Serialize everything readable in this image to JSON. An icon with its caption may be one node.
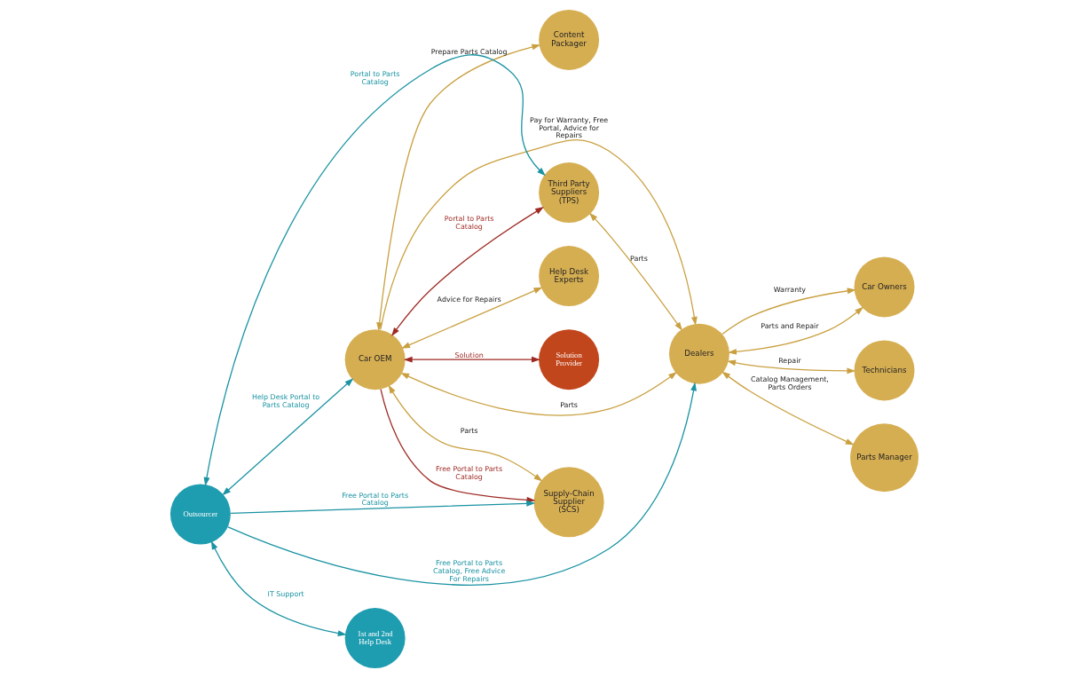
{
  "diagram": {
    "nodes": [
      {
        "text": [
          "Content Packager"
        ]
      },
      {
        "text": [
          "Supply-Chain Supplier (SCS)"
        ]
      },
      {
        "text": [
          "Car OEM"
        ]
      },
      {
        "text": [
          "Dealers"
        ]
      },
      {
        "text": [
          "Car Owners"
        ]
      },
      {
        "text": [
          "Help Desk Experts"
        ]
      },
      {
        "text": [
          "Solution Provider"
        ]
      },
      {
        "text": [
          "Third Party Suppliers (TPS)"
        ]
      },
      {
        "text": [
          "Technicians"
        ]
      },
      {
        "text": [
          "Parts Manager"
        ]
      },
      {
        "text": [
          "Outsourcer"
        ]
      },
      {
        "text": [
          "1st and 2nd Help Desk"
        ]
      }
    ],
    "edges": [
      {
        "from": 2,
        "to": 0,
        "arrow": "both",
        "label": "Prepare Parts Catalog"
      },
      {
        "from": 2,
        "to": 1,
        "arrow": "both",
        "label": "Parts"
      },
      {
        "from": 2,
        "to": 1,
        "arrow": "to",
        "label": "Free Portal to Parts Catalog",
        "color": "#9e2a24"
      },
      {
        "from": 2,
        "to": 5,
        "arrow": "both",
        "label": "Advice for Repairs"
      },
      {
        "from": 2,
        "to": 3,
        "arrow": "to",
        "label": "Pay for Warranty, Free Portal, Advice for Repairs"
      },
      {
        "from": 3,
        "to": 2,
        "arrow": "both",
        "label": "Parts"
      },
      {
        "from": 2,
        "to": 6,
        "arrow": "both",
        "label": "Solution",
        "color": "#9e2a24"
      },
      {
        "from": 2,
        "to": 7,
        "arrow": "both",
        "label": "Portal to Parts Catalog",
        "color": "#9e2a24"
      },
      {
        "from": 7,
        "to": 3,
        "arrow": "both",
        "label": "Parts"
      },
      {
        "from": 3,
        "to": 4,
        "arrow": "to",
        "label": "Warranty"
      },
      {
        "from": 3,
        "to": 4,
        "arrow": "both",
        "label": "Parts and Repair"
      },
      {
        "from": 3,
        "to": 8,
        "arrow": "both",
        "label": "Repair"
      },
      {
        "from": 3,
        "to": 9,
        "arrow": "both",
        "label": "Catalog Management, Parts Orders"
      },
      {
        "from": 10,
        "to": 1,
        "arrow": "to",
        "label": "Free Portal to Parts Catalog",
        "color": "#1a93a3"
      },
      {
        "from": 10,
        "to": 2,
        "arrow": "both",
        "label": "Help Desk Portal to Parts Catalog",
        "color": "#1a93a3"
      },
      {
        "from": 10,
        "to": 7,
        "arrow": "both",
        "label": "Portal to Parts Catalog",
        "color": "#1a93a3"
      },
      {
        "from": 10,
        "to": 3,
        "arrow": "to",
        "label": "Free Portal to Parts Catalog, Free Advice For Repairs",
        "color": "#1a93a3"
      },
      {
        "from": 10,
        "to": 11,
        "arrow": "both",
        "label": "IT Support",
        "color": "#1a93a3"
      }
    ]
  }
}
